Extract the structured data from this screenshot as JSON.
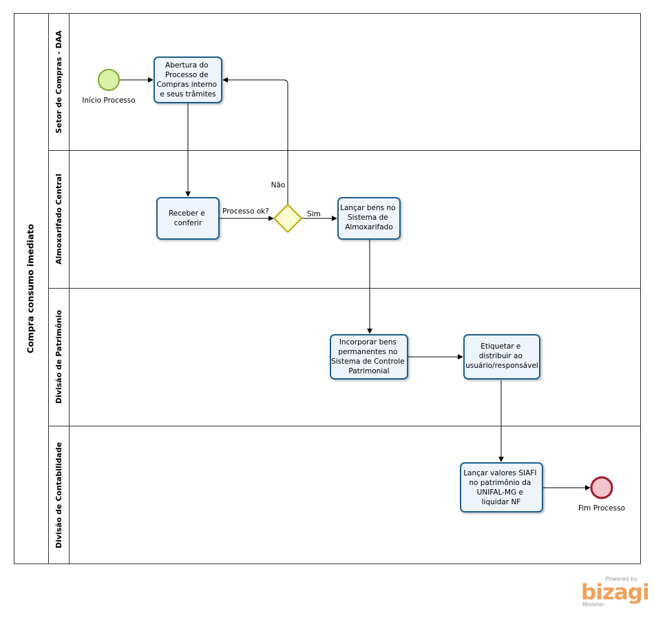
{
  "pool": {
    "title": "Compra consumo imediato"
  },
  "lanes": [
    {
      "label": "Setor de Compras - DAA"
    },
    {
      "label": "Almoxarifado Central"
    },
    {
      "label": "Divisão de Patrimônio"
    },
    {
      "label": "Divisão de Contabilidade"
    }
  ],
  "events": {
    "start": {
      "label": "Início Processo"
    },
    "end": {
      "label": "Fim Processo"
    }
  },
  "tasks": {
    "abertura": [
      "Abertura do",
      "Processo de",
      "Compras interno",
      "e seus trâmites"
    ],
    "receber": [
      "Receber e",
      "conferir"
    ],
    "lancar_bens": [
      "Lançar bens no",
      "Sistema de",
      "Almoxarifado"
    ],
    "incorporar": [
      "Incorporar bens",
      "permanentes no",
      "Sistema de Controle",
      "Patrimonial"
    ],
    "etiquetar": [
      "Etiquetar e",
      "distribuir ao",
      "usuário/responsável"
    ],
    "lancar_siafi": [
      "Lançar valores SIAFI",
      "no patrimônio da",
      "UNIFAL-MG e",
      "liquidar NF"
    ]
  },
  "gateway": {
    "label": "Processo ok?",
    "yes_label": "Sim",
    "no_label": "Não"
  },
  "colors": {
    "task_fill": "#eef4fb",
    "task_stroke": "#1f5d8c",
    "start_fill": "#d9f2a8",
    "start_stroke": "#78a81e",
    "end_fill": "#f2c4cb",
    "end_stroke": "#a3142a",
    "gateway_fill": "#fdfbd0",
    "gateway_stroke": "#b9a800"
  },
  "branding": {
    "powered": "Powered by",
    "logo": "bizagi",
    "sub": "Modeler"
  }
}
